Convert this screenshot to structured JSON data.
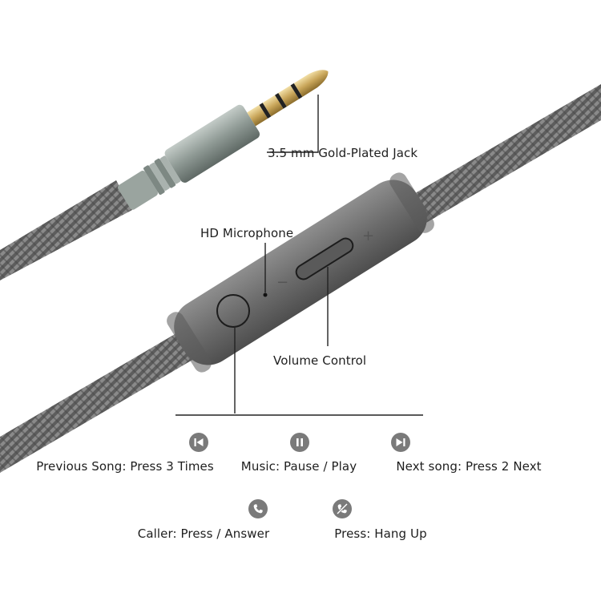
{
  "callouts": {
    "jack": "3.5 mm Gold-Plated Jack",
    "microphone": "HD Microphone",
    "volume": "Volume Control"
  },
  "remote": {
    "plus_symbol": "+",
    "minus_symbol": "−"
  },
  "controls": [
    {
      "icon": "previous-track-icon",
      "label": "Previous Song: Press 3 Times"
    },
    {
      "icon": "pause-icon",
      "label": "Music: Pause / Play"
    },
    {
      "icon": "next-track-icon",
      "label": "Next song: Press 2 Next"
    },
    {
      "icon": "phone-icon",
      "label": "Caller: Press / Answer"
    },
    {
      "icon": "hang-up-icon",
      "label": "Press: Hang Up"
    }
  ],
  "colors": {
    "cable": "#6b6b6b",
    "remote_body": "#6e6e6e",
    "jack_metal": "#8a9590",
    "gold": "#c9a65a",
    "icon": "#7a7a7a",
    "text": "#1e1e1e"
  }
}
